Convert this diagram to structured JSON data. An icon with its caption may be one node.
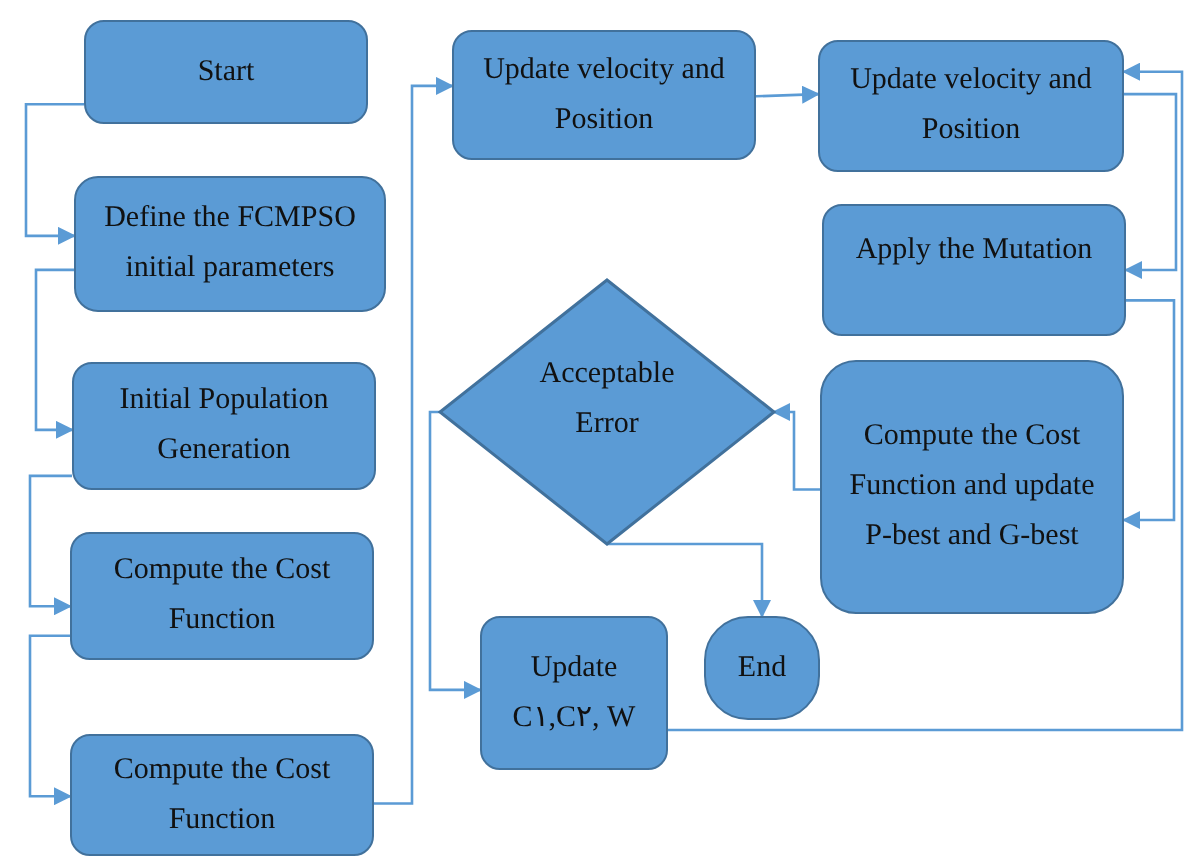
{
  "diagram": {
    "nodes": [
      {
        "text": [
          "Start"
        ]
      },
      {
        "text": [
          "Define the FCMPSO initial parameters"
        ]
      },
      {
        "text": [
          "Initial Population Generation"
        ]
      },
      {
        "text": [
          "Compute the Cost Function"
        ]
      },
      {
        "text": [
          "Compute the Cost Function"
        ]
      },
      {
        "text": [
          "Update velocity and Position"
        ]
      },
      {
        "text": [
          "Update velocity and Position"
        ]
      },
      {
        "text": [
          "Apply the Mutation"
        ]
      },
      {
        "text": [
          "Compute the Cost Function and update P-best and G-best"
        ]
      },
      {
        "text": [
          "Acceptable Error"
        ]
      },
      {
        "text": [
          "Update C١,C٢, W"
        ]
      },
      {
        "text": [
          "End"
        ]
      }
    ],
    "edges": [
      {
        "from": 0,
        "to": 1,
        "arrow": "to"
      },
      {
        "from": 1,
        "to": 2,
        "arrow": "to"
      },
      {
        "from": 2,
        "to": 3,
        "arrow": "to"
      },
      {
        "from": 3,
        "to": 4,
        "arrow": "to"
      },
      {
        "from": 4,
        "to": 5,
        "arrow": "to"
      },
      {
        "from": 5,
        "to": 6,
        "arrow": "to"
      },
      {
        "from": 6,
        "to": 7,
        "arrow": "to"
      },
      {
        "from": 7,
        "to": 8,
        "arrow": "to"
      },
      {
        "from": 8,
        "to": 9,
        "arrow": "to"
      },
      {
        "from": 9,
        "to": 11,
        "arrow": "to"
      },
      {
        "from": 9,
        "to": 10,
        "arrow": "to"
      },
      {
        "from": 10,
        "to": 6,
        "arrow": "to"
      }
    ]
  }
}
